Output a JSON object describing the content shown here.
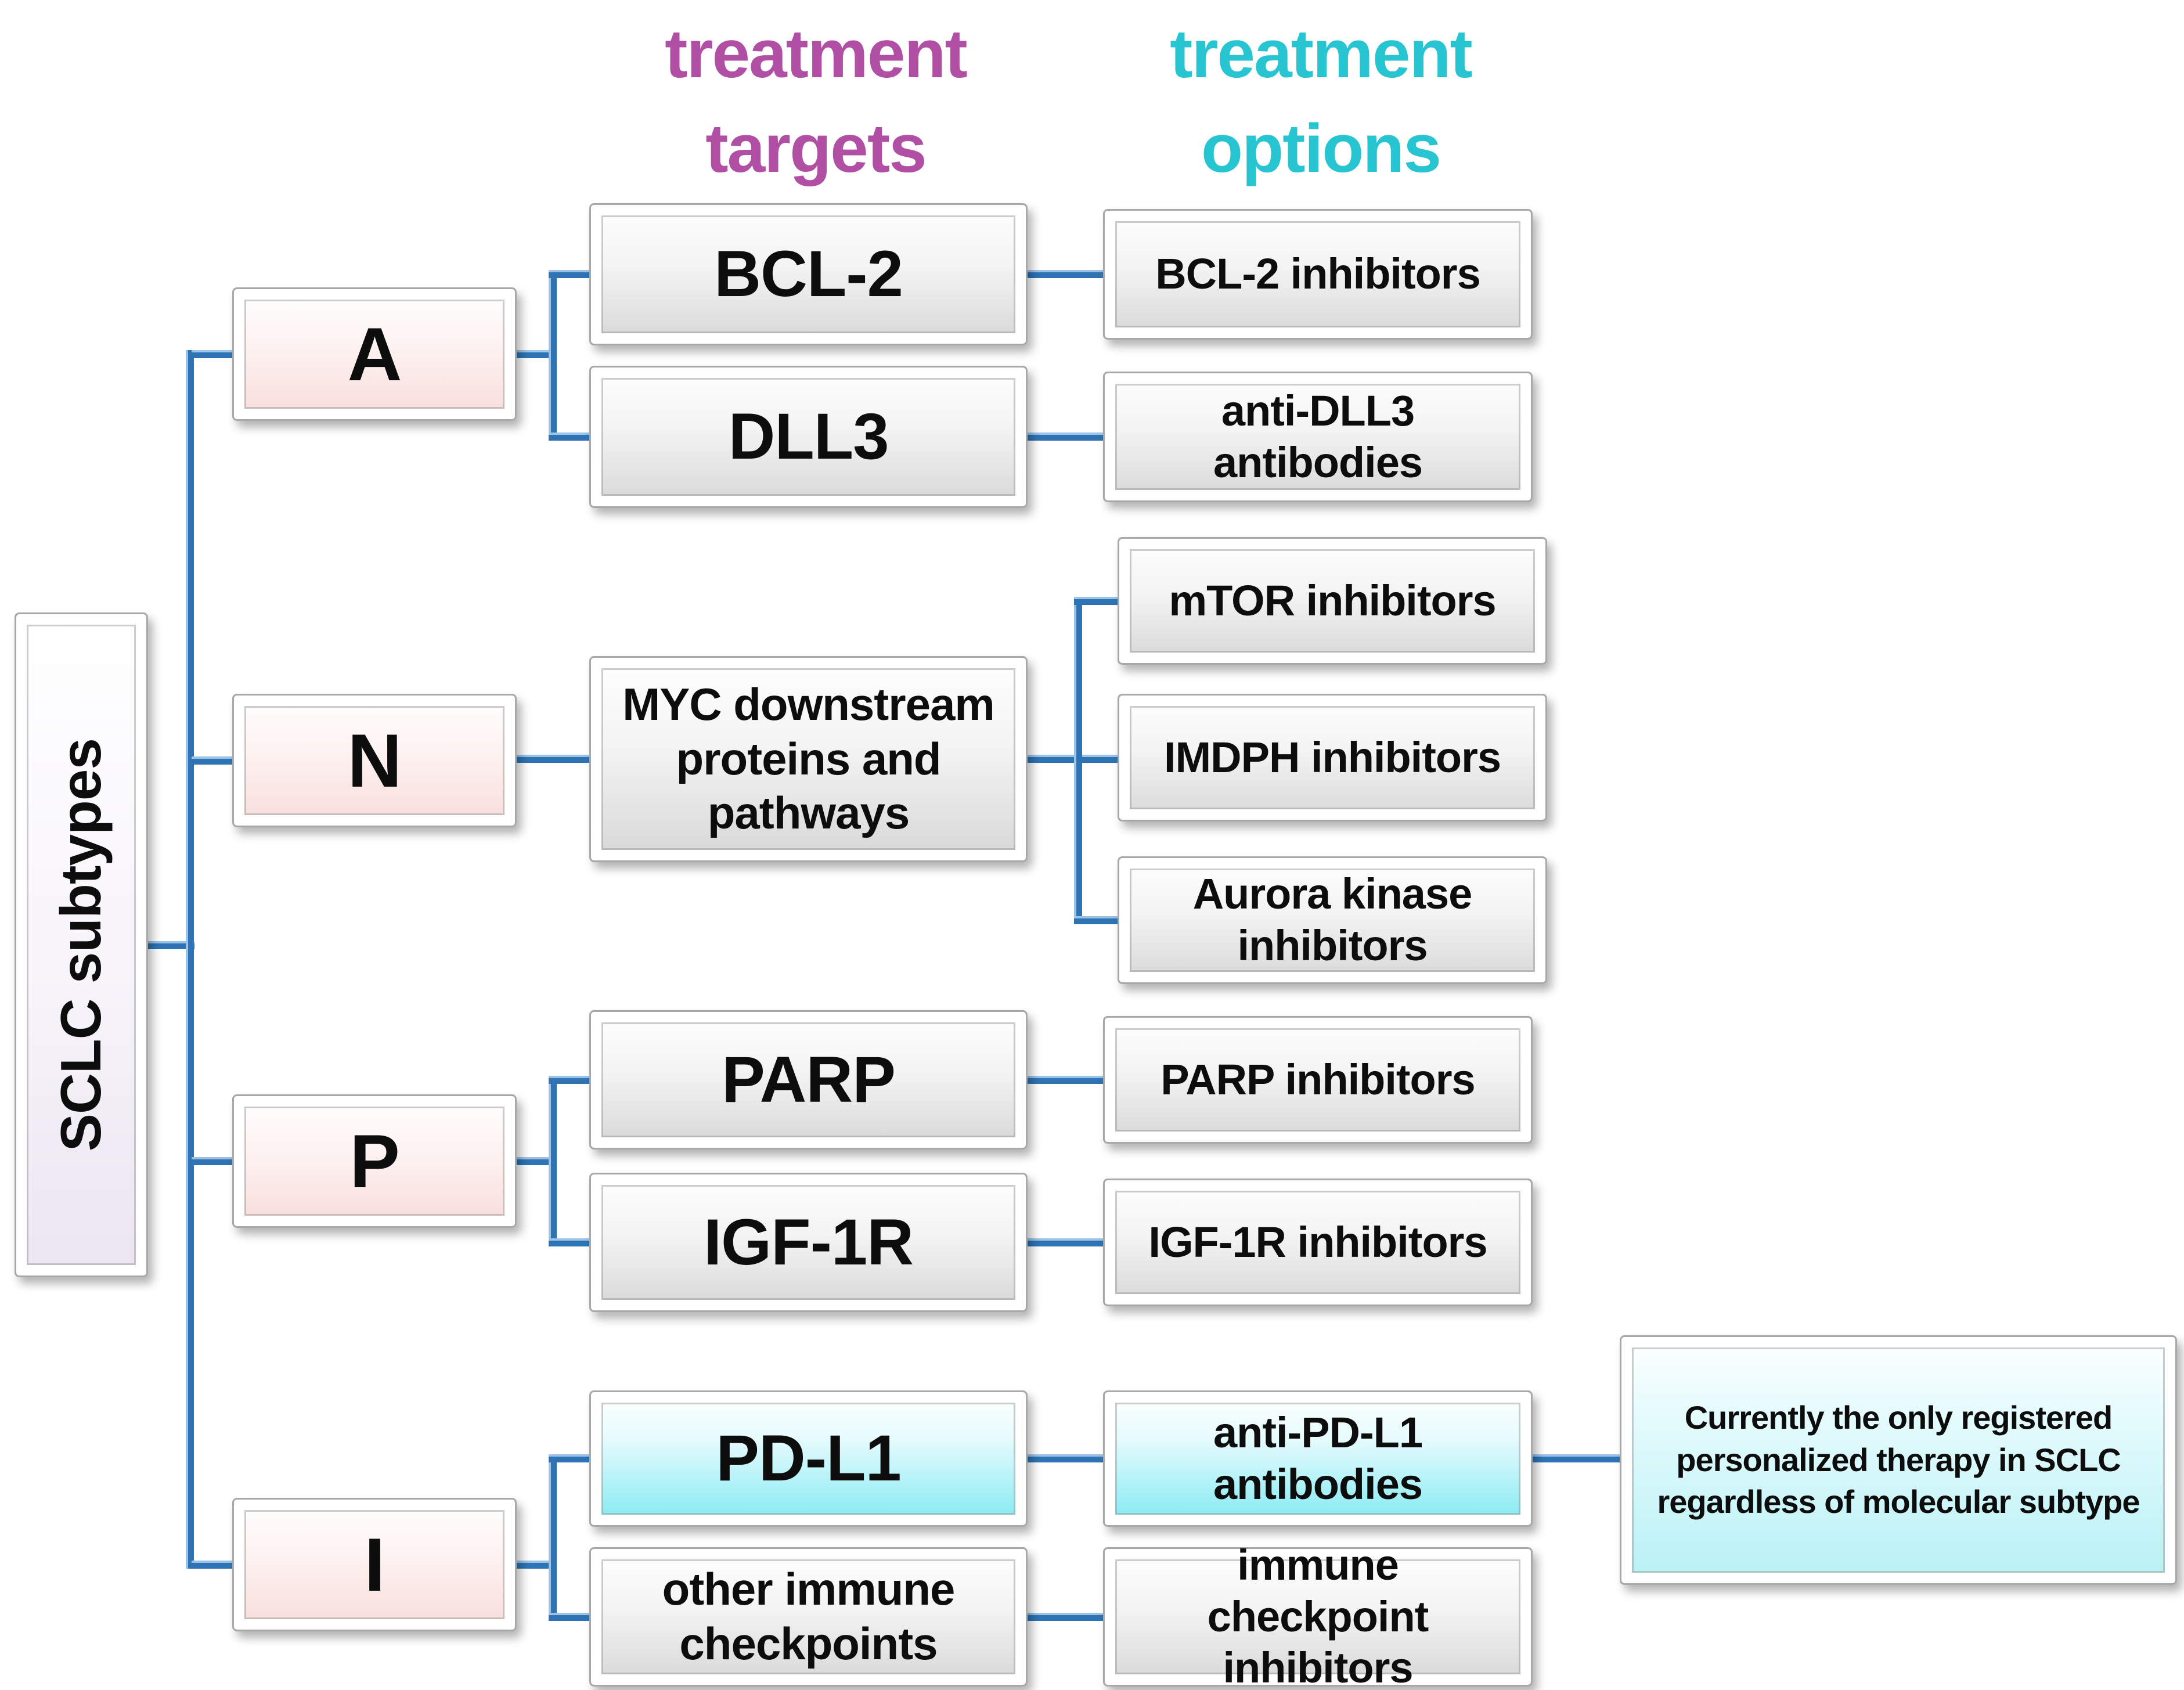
{
  "header": {
    "targets": [
      "treatment",
      "targets"
    ],
    "options": [
      "treatment",
      "options"
    ]
  },
  "root": {
    "label": "SCLC subtypes"
  },
  "groups": [
    {
      "subtype": "A",
      "branches": [
        {
          "target": "BCL-2",
          "options": [
            "BCL-2 inhibitors"
          ]
        },
        {
          "target": "DLL3",
          "options": [
            "anti-DLL3 antibodies"
          ]
        }
      ]
    },
    {
      "subtype": "N",
      "branches": [
        {
          "target": "MYC downstream proteins and pathways",
          "options": [
            "mTOR inhibitors",
            "IMDPH inhibitors",
            "Aurora kinase inhibitors"
          ]
        }
      ]
    },
    {
      "subtype": "P",
      "branches": [
        {
          "target": "PARP",
          "options": [
            "PARP inhibitors"
          ]
        },
        {
          "target": "IGF-1R",
          "options": [
            "IGF-1R inhibitors"
          ]
        }
      ]
    },
    {
      "subtype": "I",
      "branches": [
        {
          "target": "PD-L1",
          "options": [
            "anti-PD-L1 antibodies"
          ],
          "highlighted": true
        },
        {
          "target": "other immune checkpoints",
          "options": [
            "immune checkpoint inhibitors"
          ]
        }
      ]
    }
  ],
  "note": {
    "text": "Currently the only registered personalized therapy in SCLC regardless of molecular subtype"
  },
  "colors": {
    "connector_blue": "#2e74b5",
    "connector_highlight": "#9cc3e6",
    "targets_header": "#b04fa3",
    "options_header": "#27c4d1",
    "subtype_pink": "#f7dcda",
    "highlight_cyan": "#7feaf2",
    "note_cyan": "#b7f1f5",
    "box_gray": "#d6d6d6"
  }
}
